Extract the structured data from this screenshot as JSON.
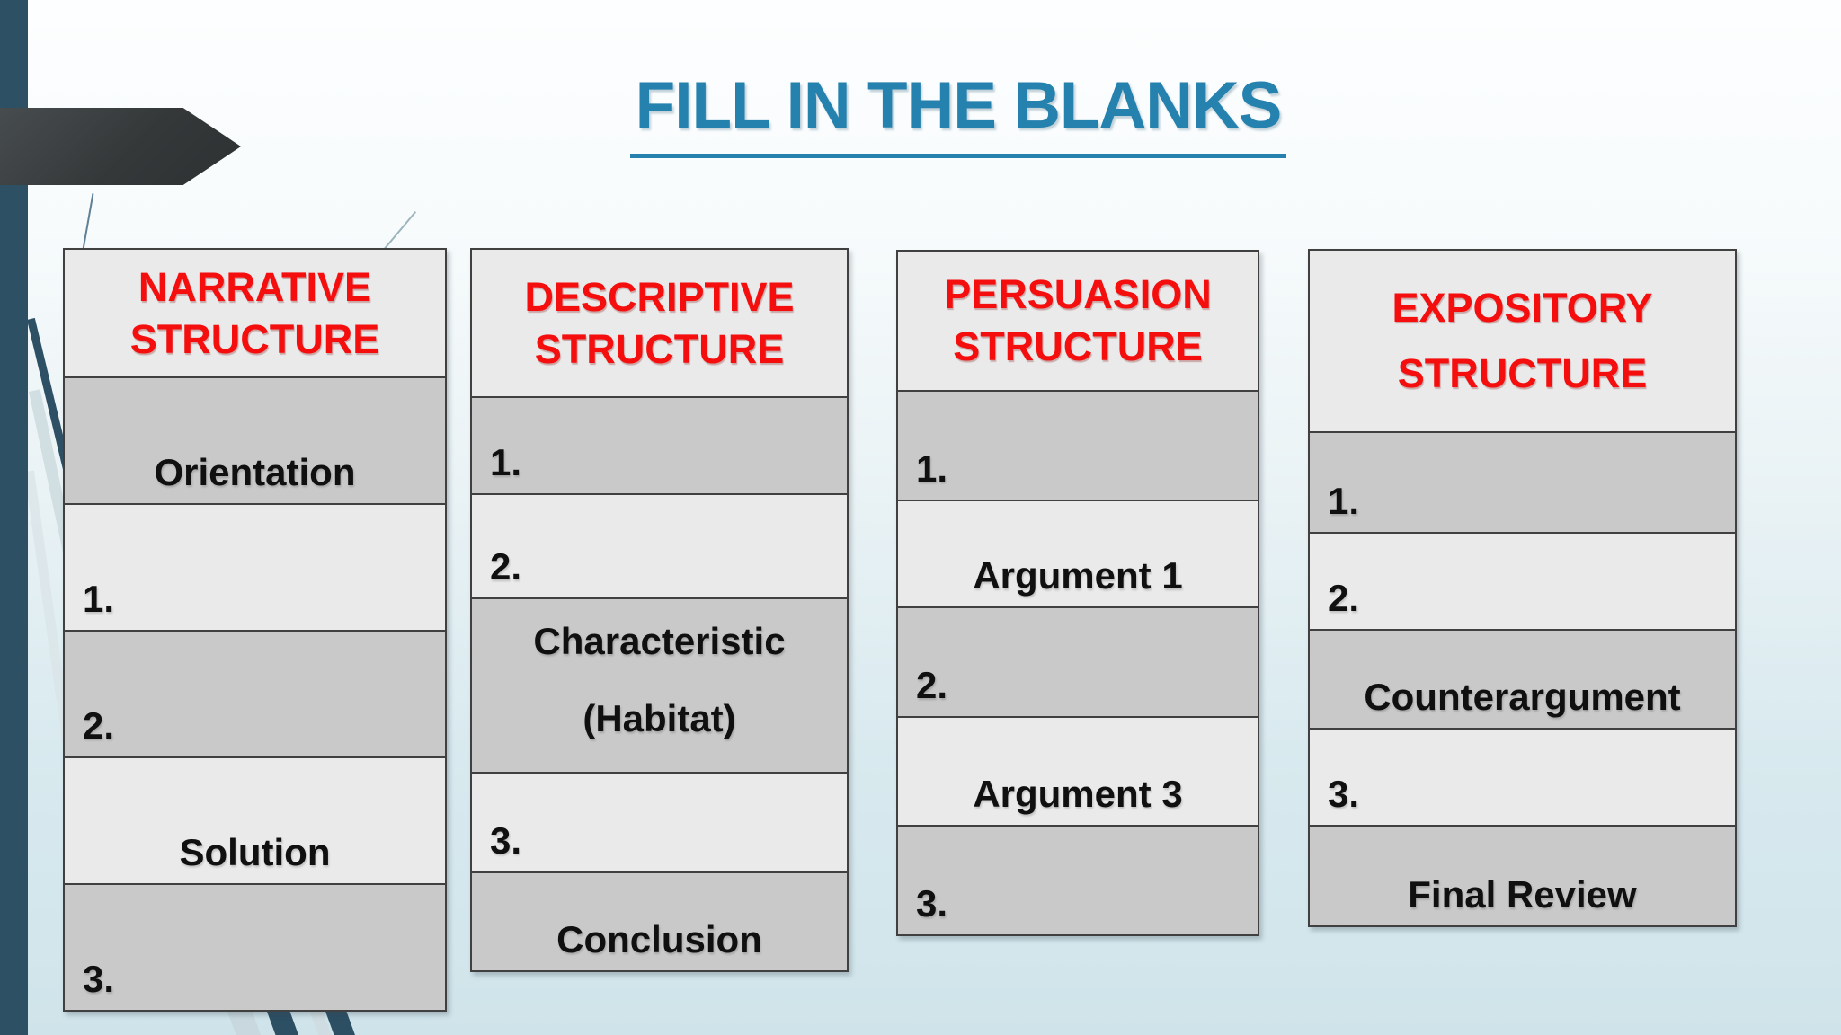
{
  "slide": {
    "title": "FILL IN THE BLANKS"
  },
  "colors": {
    "title_blue": "#2581AD",
    "header_red": "#F40E0E",
    "cell_light": "#EAEAEA",
    "cell_dark": "#C9C9C9",
    "table_border": "#404040",
    "sidebar_teal": "#2E5065",
    "arrow_charcoal": "#373B3C",
    "background_top": "#FDFEFF",
    "background_bottom": "#CFE4EA"
  },
  "columns": [
    {
      "header": "NARRATIVE STRUCTURE",
      "rows": [
        {
          "text": "Orientation",
          "kind": "label"
        },
        {
          "text": "1.",
          "kind": "blank"
        },
        {
          "text": "2.",
          "kind": "blank"
        },
        {
          "text": "Solution",
          "kind": "label"
        },
        {
          "text": "3.",
          "kind": "blank"
        }
      ]
    },
    {
      "header": "DESCRIPTIVE STRUCTURE",
      "rows": [
        {
          "text": "1.",
          "kind": "blank"
        },
        {
          "text": "2.",
          "kind": "blank"
        },
        {
          "text": "Characteristic\n(Habitat)",
          "kind": "label"
        },
        {
          "text": "3.",
          "kind": "blank"
        },
        {
          "text": "Conclusion",
          "kind": "label"
        }
      ]
    },
    {
      "header": "PERSUASION STRUCTURE",
      "rows": [
        {
          "text": "1.",
          "kind": "blank"
        },
        {
          "text": "Argument 1",
          "kind": "label"
        },
        {
          "text": "2.",
          "kind": "blank"
        },
        {
          "text": "Argument 3",
          "kind": "label"
        },
        {
          "text": "3.",
          "kind": "blank"
        }
      ]
    },
    {
      "header": "EXPOSITORY STRUCTURE",
      "rows": [
        {
          "text": "1.",
          "kind": "blank"
        },
        {
          "text": "2.",
          "kind": "blank"
        },
        {
          "text": "Counterargument",
          "kind": "label"
        },
        {
          "text": "3.",
          "kind": "blank"
        },
        {
          "text": "Final Review",
          "kind": "label"
        }
      ]
    }
  ]
}
